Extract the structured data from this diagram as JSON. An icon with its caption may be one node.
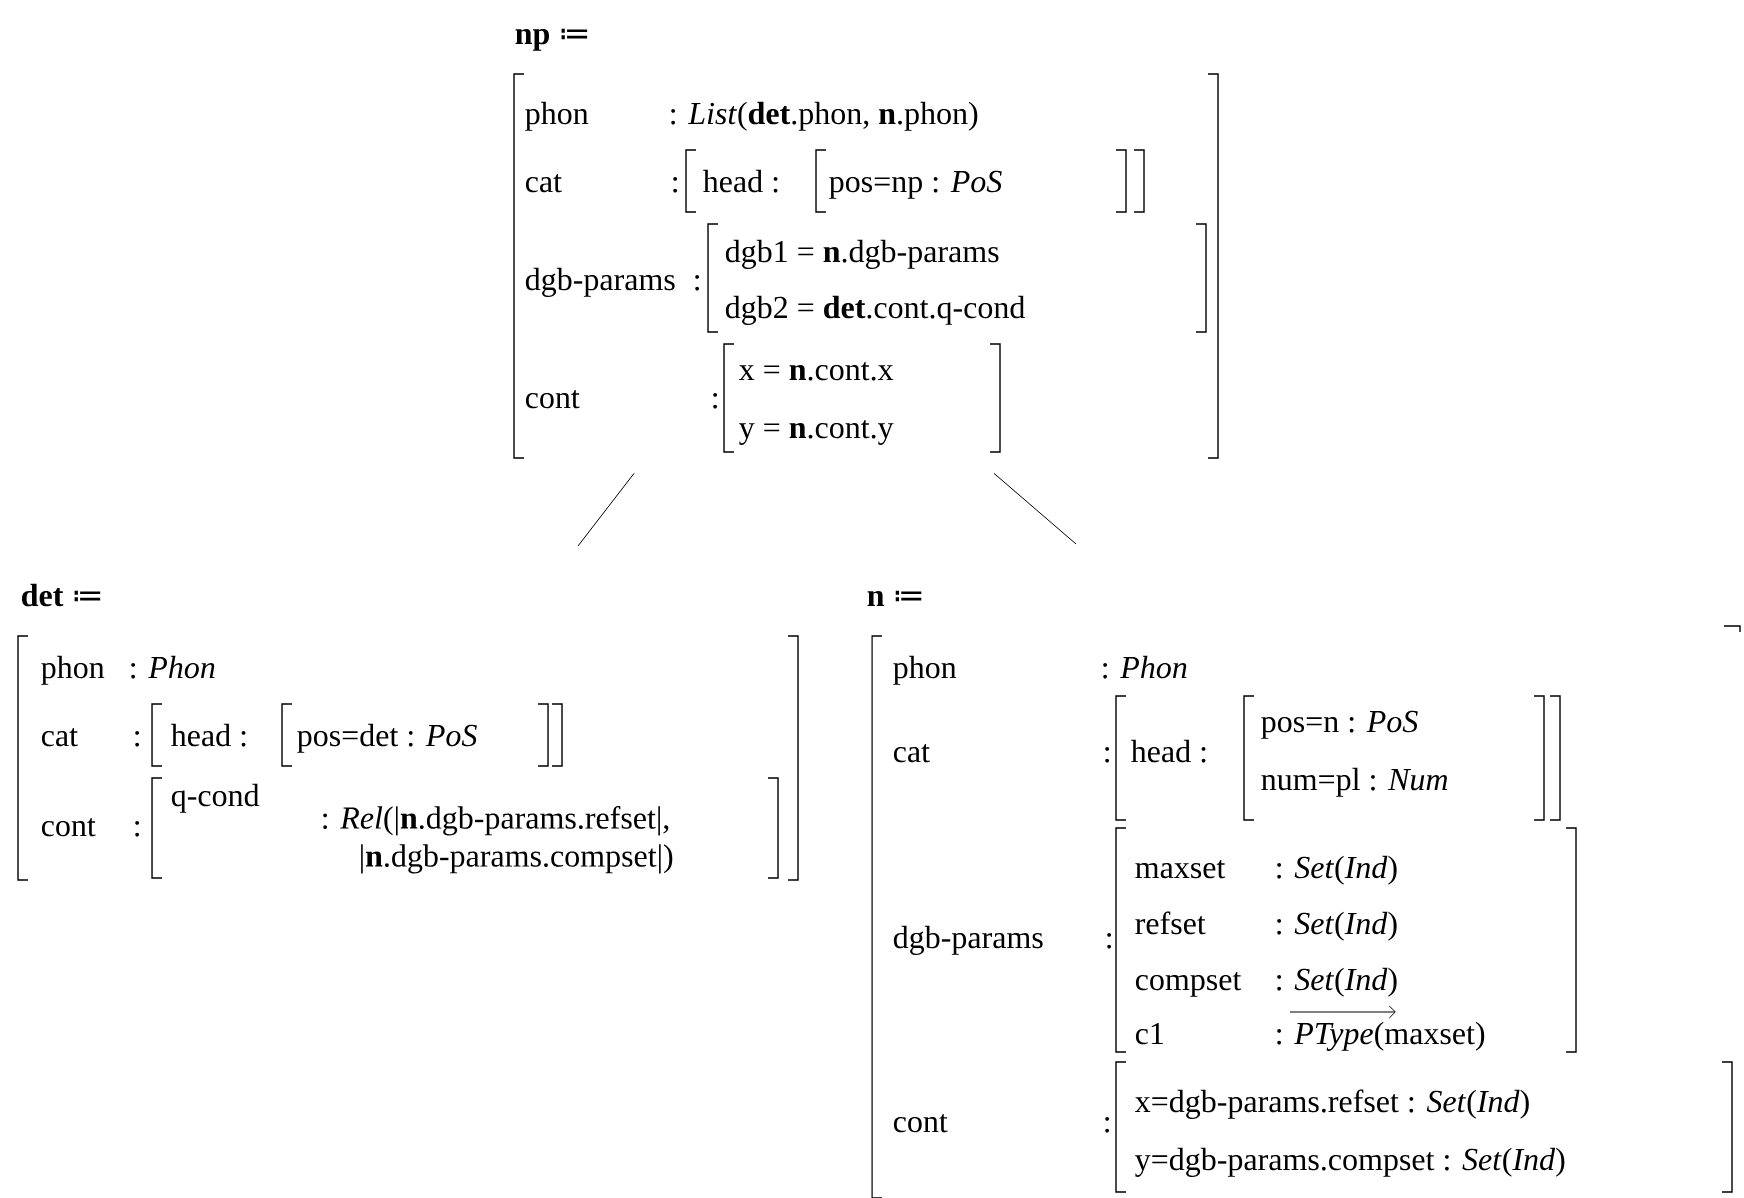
{
  "diagram": {
    "nodes": [
      {
        "text": [
          "**np** ≔",
          "phon",
          ": *List*(**det**.phon, **n**.phon)",
          "cat",
          ":",
          "head :",
          "pos=np : *PoS*",
          "dgb-params",
          ":",
          "dgb1 = **n**.dgb-params",
          "dgb2 = **det**.cont.q-cond",
          "cont",
          ":",
          "x = **n**.cont.x",
          "y = **n**.cont.y"
        ]
      },
      {
        "text": [
          "**det** ≔",
          "phon",
          ": *Phon*",
          "cat",
          ":",
          "head :",
          "pos=det : *PoS*",
          "cont",
          ":",
          "q-cond",
          ": *Rel*(|**n**.dgb-params.refset|, |**n**.dgb-params.compset|)"
        ]
      },
      {
        "text": [
          "**n** ≔",
          "phon",
          ": *Phon*",
          "cat",
          ":",
          "head :",
          "pos=n : *PoS*",
          "num=pl : *Num*",
          "dgb-params",
          ":",
          "maxset",
          ": *Set*(*Ind*)",
          "refset",
          ": *Set*(*Ind*)",
          "compset",
          ": *Set*(*Ind*)",
          "c1",
          ": *PType*(maxset)",
          "cont",
          ":",
          "x=dgb-params.refset : *Set*(*Ind*)",
          "y=dgb-params.compset : *Set*(*Ind*)"
        ]
      }
    ],
    "edges": [
      {
        "from": 0,
        "to": 1,
        "arrow": "none"
      },
      {
        "from": 0,
        "to": 2,
        "arrow": "none"
      }
    ]
  }
}
